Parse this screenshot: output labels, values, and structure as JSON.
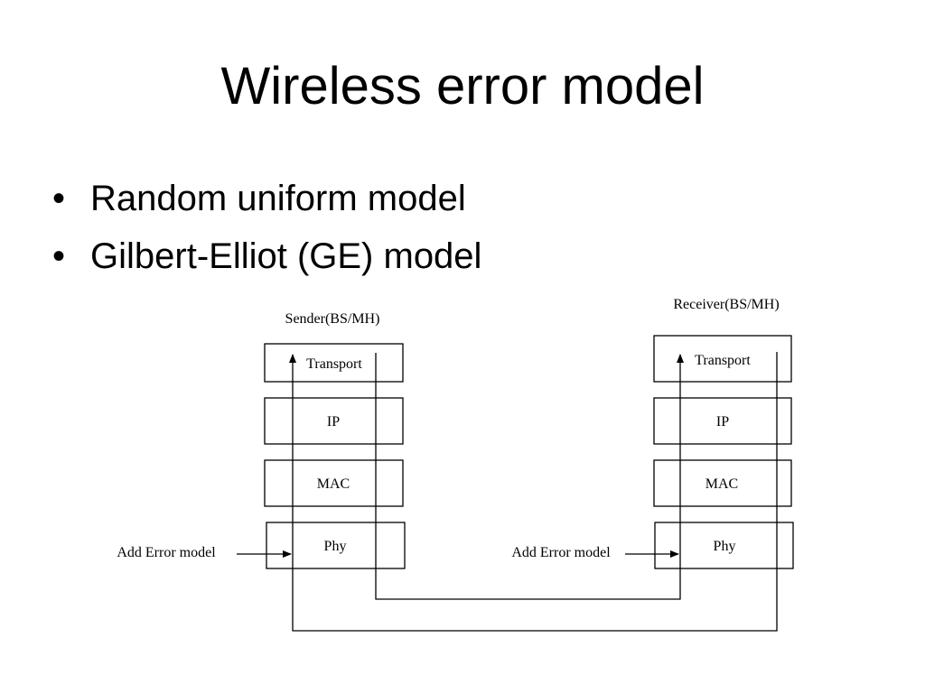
{
  "slide": {
    "title": "Wireless error model",
    "bullets": [
      "Random uniform model",
      "Gilbert-Elliot (GE) model"
    ]
  },
  "diagram": {
    "sender": {
      "label": "Sender(BS/MH)",
      "layers": [
        "Transport",
        "IP",
        "MAC",
        "Phy"
      ],
      "error_label": "Add Error model"
    },
    "receiver": {
      "label": "Receiver(BS/MH)",
      "layers": [
        "Transport",
        "IP",
        "MAC",
        "Phy"
      ],
      "error_label": "Add Error model"
    }
  }
}
